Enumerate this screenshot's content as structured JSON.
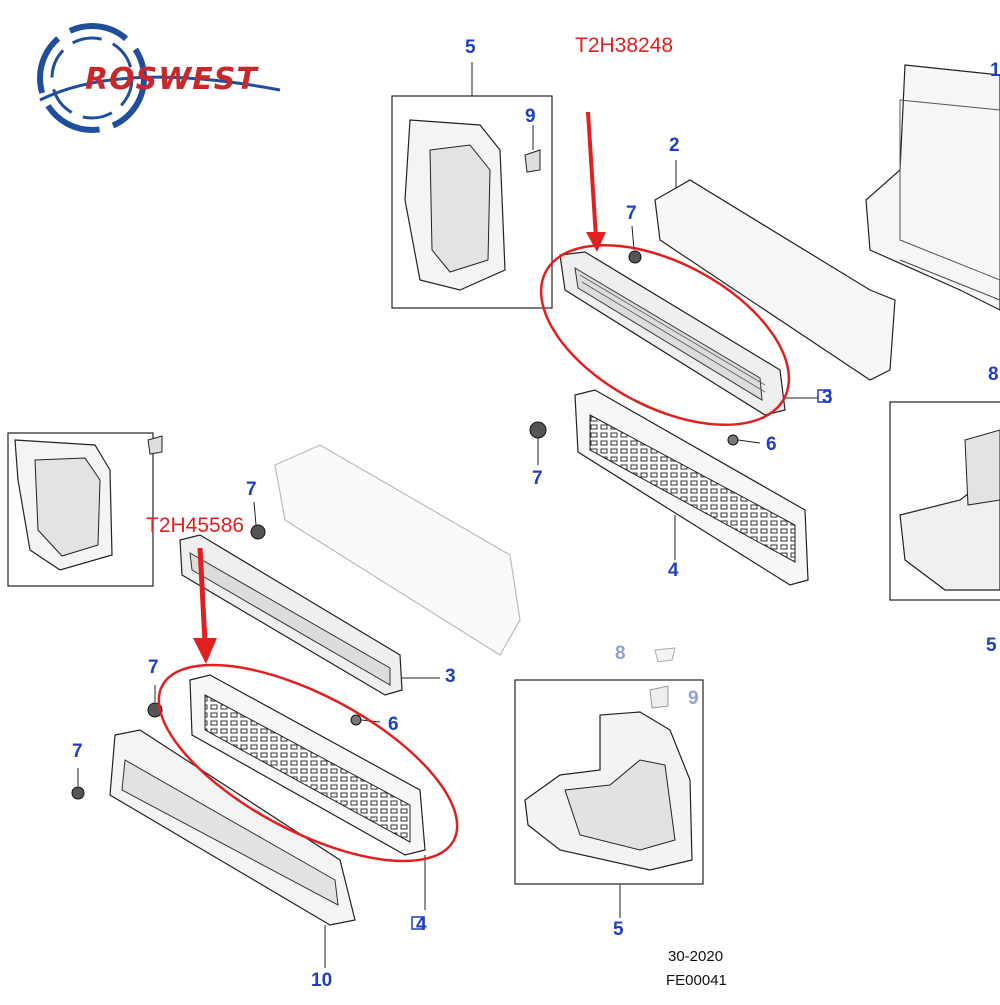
{
  "logo": {
    "text": "ROSWEST",
    "primary_color": "#1f4e9c",
    "accent_color": "#c8282a"
  },
  "red_labels": {
    "upper": "T2H38248",
    "lower": "T2H45586"
  },
  "callouts": {
    "c5_top": "5",
    "c9_top": "9",
    "c2": "2",
    "c7_a": "7",
    "c1_edge": "1",
    "c8_edge": "8",
    "c3_upper": "3",
    "c7_b": "7",
    "c6_upper": "6",
    "c4_upper": "4",
    "c7_c": "7",
    "c3_lower": "3",
    "c7_d": "7",
    "c6_lower": "6",
    "c7_e": "7",
    "c8_faded": "8",
    "c9_faded": "9",
    "c5_right": "5",
    "c5_bottom": "5",
    "c4_lower": "4",
    "c10": "10"
  },
  "footer": {
    "line1": "30-2020",
    "line2": "FE00041"
  },
  "colors": {
    "callout": "#1f3fbf",
    "highlight": "#e02020",
    "line": "#222222"
  }
}
